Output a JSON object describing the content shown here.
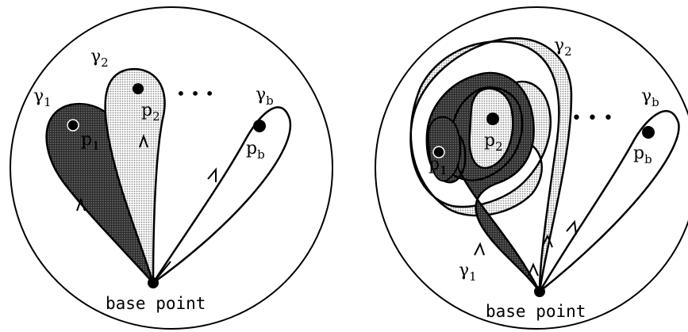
{
  "left": {
    "loops": [
      {
        "greek": "γ",
        "sub": "1"
      },
      {
        "greek": "γ",
        "sub": "2"
      },
      {
        "greek": "γ",
        "sub": "b"
      }
    ],
    "points": [
      {
        "base": "p",
        "sub": "1"
      },
      {
        "base": "p",
        "sub": "2"
      },
      {
        "base": "p",
        "sub": "b"
      }
    ],
    "ellipsis": "• • •",
    "base_label": "base point"
  },
  "right": {
    "loops": [
      {
        "greek": "γ",
        "sub": "1"
      },
      {
        "greek": "γ",
        "sub": "2"
      },
      {
        "greek": "γ",
        "sub": "b"
      }
    ],
    "points": [
      {
        "base": "p",
        "sub": "1"
      },
      {
        "base": "p",
        "sub": "2"
      },
      {
        "base": "p",
        "sub": "b"
      }
    ],
    "ellipsis": "• • •",
    "base_label": "base point"
  },
  "colors": {
    "ink": "#000000",
    "dark_fill": "#3a3a3a",
    "light_fill": "#d8d8d8",
    "paper": "#ffffff"
  }
}
